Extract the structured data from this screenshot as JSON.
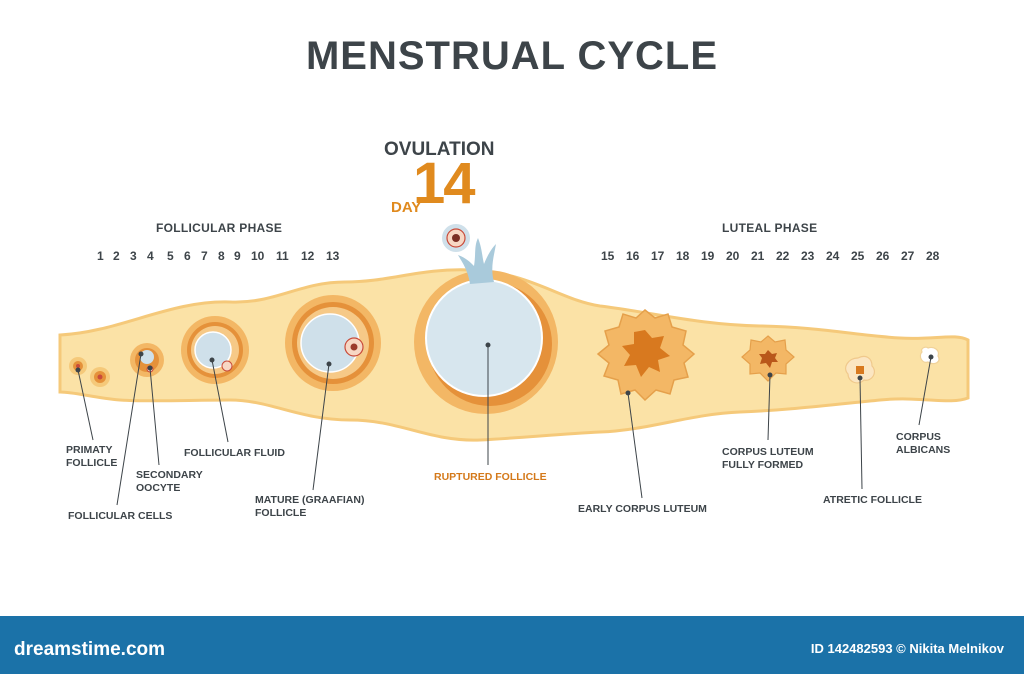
{
  "title": "MENSTRUAL CYCLE",
  "ovulation": {
    "label": "OVULATION",
    "day_word": "DAY",
    "day_number": "14"
  },
  "phases": {
    "follicular": "FOLLICULAR  PHASE",
    "luteal": "LUTEAL PHASE"
  },
  "days_follicular": [
    "1",
    "2",
    "3",
    "4",
    "5",
    "6",
    "7",
    "8",
    "9",
    "10",
    "11",
    "12",
    "13"
  ],
  "days_luteal": [
    "15",
    "16",
    "17",
    "18",
    "19",
    "20",
    "21",
    "22",
    "23",
    "24",
    "25",
    "26",
    "27",
    "28"
  ],
  "labels": {
    "primary_follicle": [
      "PRIMATY",
      "FOLLICLE"
    ],
    "secondary_oocyte": [
      "SECONDARY",
      "OOCYTE"
    ],
    "follicular_cells": "FOLLICULAR CELLS",
    "follicular_fluid": "FOLLICULAR FLUID",
    "mature_follicle": [
      "MATURE (GRAAFIAN)",
      "FOLLICLE"
    ],
    "ruptured_follicle": "RUPTURED FOLLICLE",
    "early_corpus_luteum": "EARLY CORPUS LUTEUM",
    "corpus_luteum_formed": [
      "CORPUS LUTEUM",
      "FULLY FORMED"
    ],
    "atretic_follicle": "ATRETIC FOLLICLE",
    "corpus_albicans": [
      "CORPUS",
      "ALBICANS"
    ]
  },
  "footer": {
    "brand": "dreamstime.com",
    "credit": "ID 142482593 © Nikita Melnikov"
  },
  "colors": {
    "band": "#fbe2a6",
    "band_edge": "#f5c97a",
    "ring": "#e5913a",
    "fluid": "#cfe0ea",
    "footer": "#1b72a8"
  }
}
